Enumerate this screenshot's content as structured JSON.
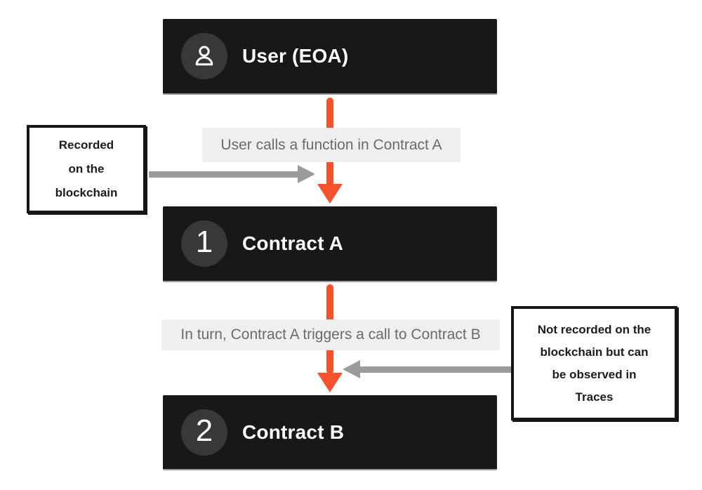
{
  "nodes": {
    "user": {
      "title": "User (EOA)"
    },
    "contract_a": {
      "badge": "1",
      "title": "Contract A"
    },
    "contract_b": {
      "badge": "2",
      "title": "Contract B"
    }
  },
  "edges": {
    "user_to_a_label": "User calls a function in Contract A",
    "a_to_b_label": "In turn, Contract A triggers a call to Contract B"
  },
  "annotations": {
    "recorded": "Recorded\non the\nblockchain",
    "not_recorded": "Not recorded on the\nblockchain but can\nbe observed in\nTraces"
  },
  "icons": {
    "user_avatar": "user-icon"
  },
  "colors": {
    "node_background": "#181818",
    "node_badge_background": "#383838",
    "node_title_text": "#ffffff",
    "flow_arrow_orange": "#f8512e",
    "flow_label_background": "#efefef",
    "flow_label_text": "#6b6b6b",
    "annotation_arrow_gray": "#9b9b9b",
    "callout_border": "#161616",
    "callout_background": "#ffffff",
    "page_background": "#ffffff"
  }
}
